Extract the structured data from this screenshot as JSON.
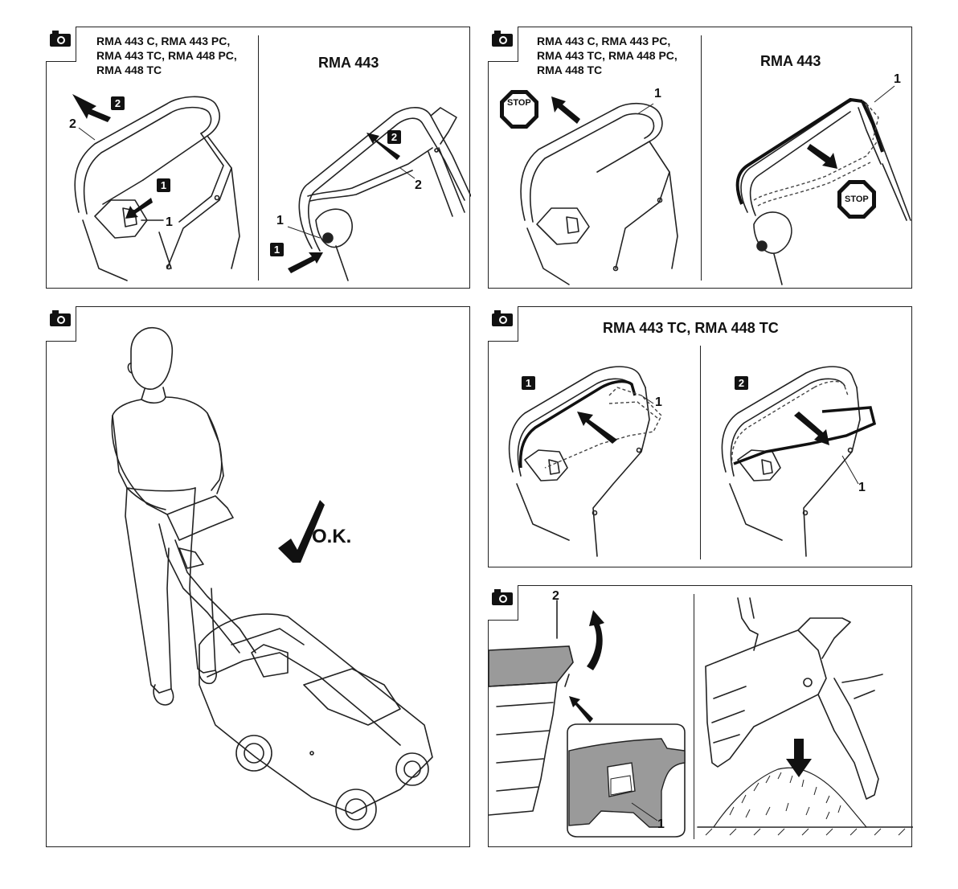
{
  "panel_top_left": {
    "models_line1": "RMA 443 C, RMA 443 PC,",
    "models_line2": "RMA 443 TC, RMA 448 PC,",
    "models_line3": "RMA 448 TC",
    "heading_right": "RMA 443",
    "callout_1": "1",
    "callout_2": "2",
    "step_1": "1",
    "step_2": "2",
    "right_callout_1": "1",
    "right_callout_2": "2",
    "right_step_1": "1",
    "right_step_2": "2"
  },
  "panel_top_right": {
    "models_line1": "RMA 443 C, RMA 443 PC,",
    "models_line2": "RMA 443 TC, RMA 448 PC,",
    "models_line3": "RMA 448 TC",
    "heading_right": "RMA 443",
    "callout_left_1": "1",
    "callout_right_1": "1",
    "stop_left": "STOP",
    "stop_right": "STOP"
  },
  "panel_operator": {
    "ok_label": "O.K."
  },
  "panel_middle_right": {
    "heading": "RMA 443 TC, RMA 448 TC",
    "step_1": "1",
    "step_2": "2",
    "callout_left_1": "1",
    "callout_right_1": "1"
  },
  "panel_bottom_right": {
    "callout_2": "2",
    "callout_1": "1"
  },
  "colors": {
    "line": "#222222",
    "grey_fill": "#9a9a9a",
    "badge": "#111111"
  }
}
